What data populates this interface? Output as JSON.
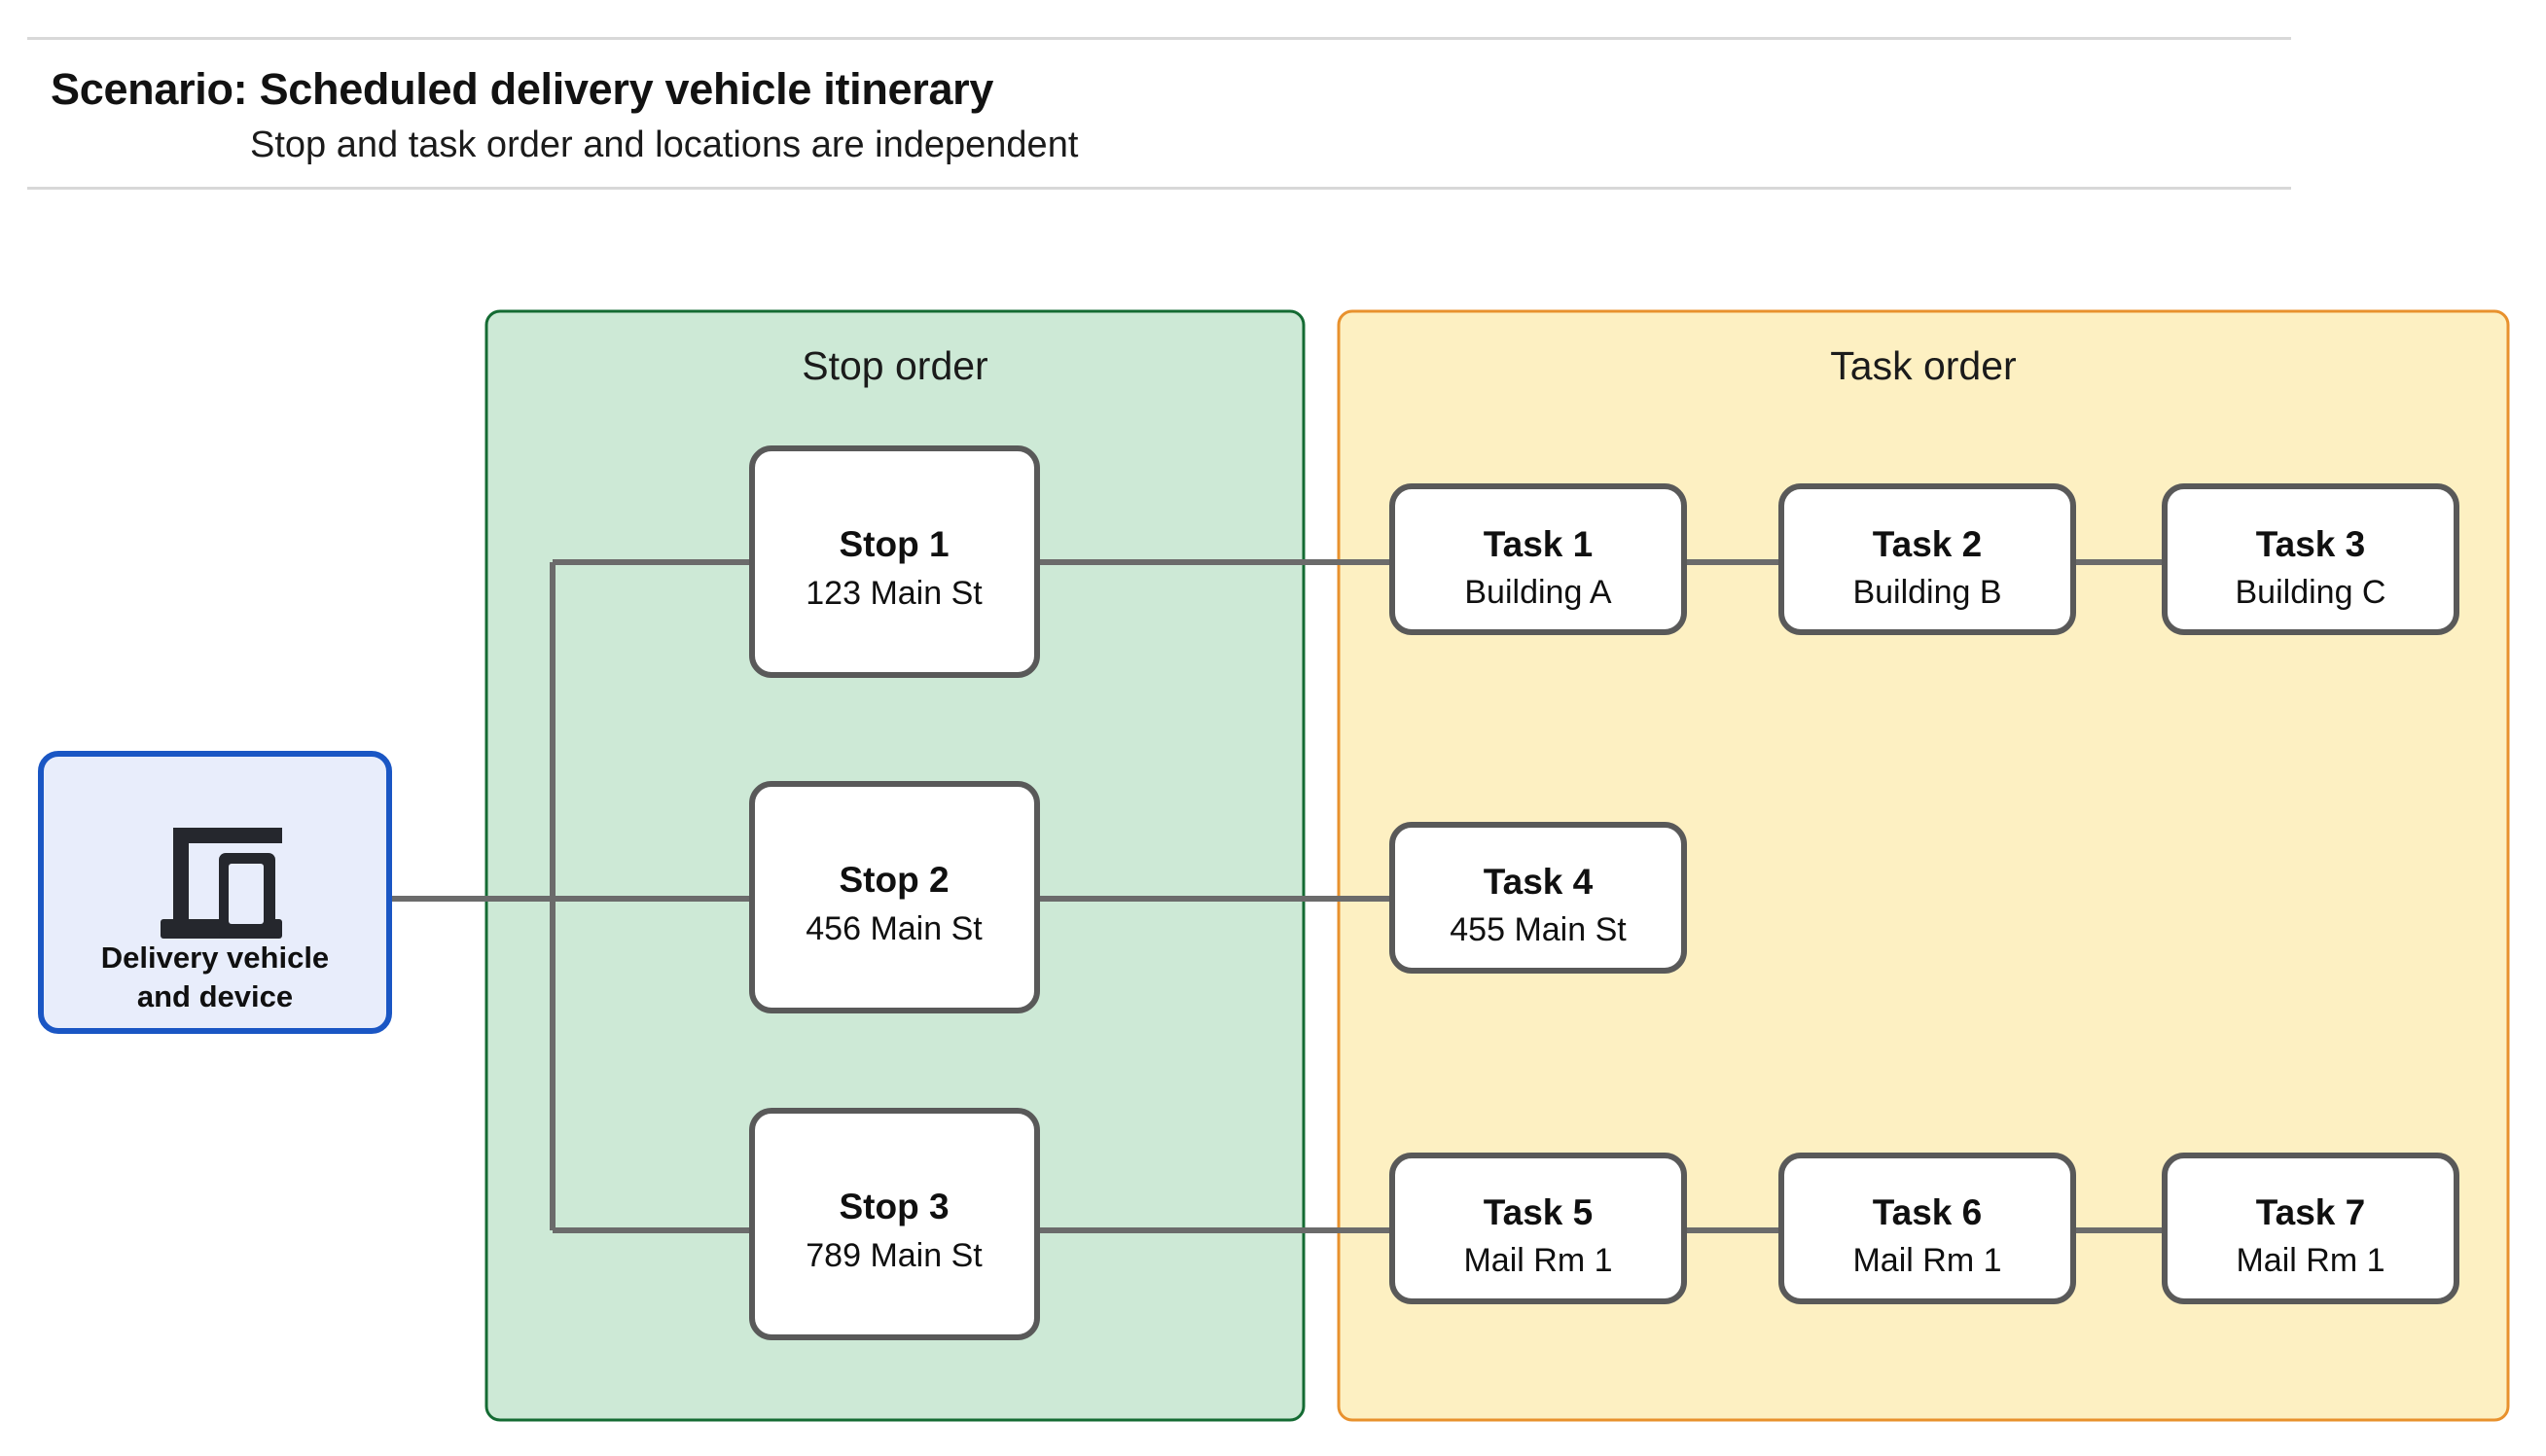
{
  "header": {
    "title": "Scenario: Scheduled delivery vehicle itinerary",
    "subtitle": "Stop and task order and locations are independent"
  },
  "vehicle": {
    "icon": "devices-icon",
    "label_line1": "Delivery vehicle",
    "label_line2": "and device"
  },
  "panels": {
    "stop_order": {
      "title": "Stop order",
      "fill": "#cde9d6",
      "border": "#146b33"
    },
    "task_order": {
      "title": "Task order",
      "fill": "#fdf0c2",
      "border": "#e8912d"
    }
  },
  "stops": [
    {
      "title": "Stop 1",
      "location": "123 Main St"
    },
    {
      "title": "Stop 2",
      "location": "456 Main St"
    },
    {
      "title": "Stop 3",
      "location": "789 Main St"
    }
  ],
  "task_rows": [
    [
      {
        "title": "Task 1",
        "location": "Building A"
      },
      {
        "title": "Task 2",
        "location": "Building B"
      },
      {
        "title": "Task 3",
        "location": "Building C"
      }
    ],
    [
      {
        "title": "Task 4",
        "location": "455 Main St"
      }
    ],
    [
      {
        "title": "Task 5",
        "location": "Mail Rm 1"
      },
      {
        "title": "Task 6",
        "location": "Mail Rm 1"
      },
      {
        "title": "Task 7",
        "location": "Mail Rm 1"
      }
    ]
  ],
  "colors": {
    "connector": "#6b6b6b",
    "node_border": "#595959",
    "vehicle_border": "#1a56c4",
    "vehicle_fill": "#e8edfb",
    "rule": "#d8d8d8"
  }
}
